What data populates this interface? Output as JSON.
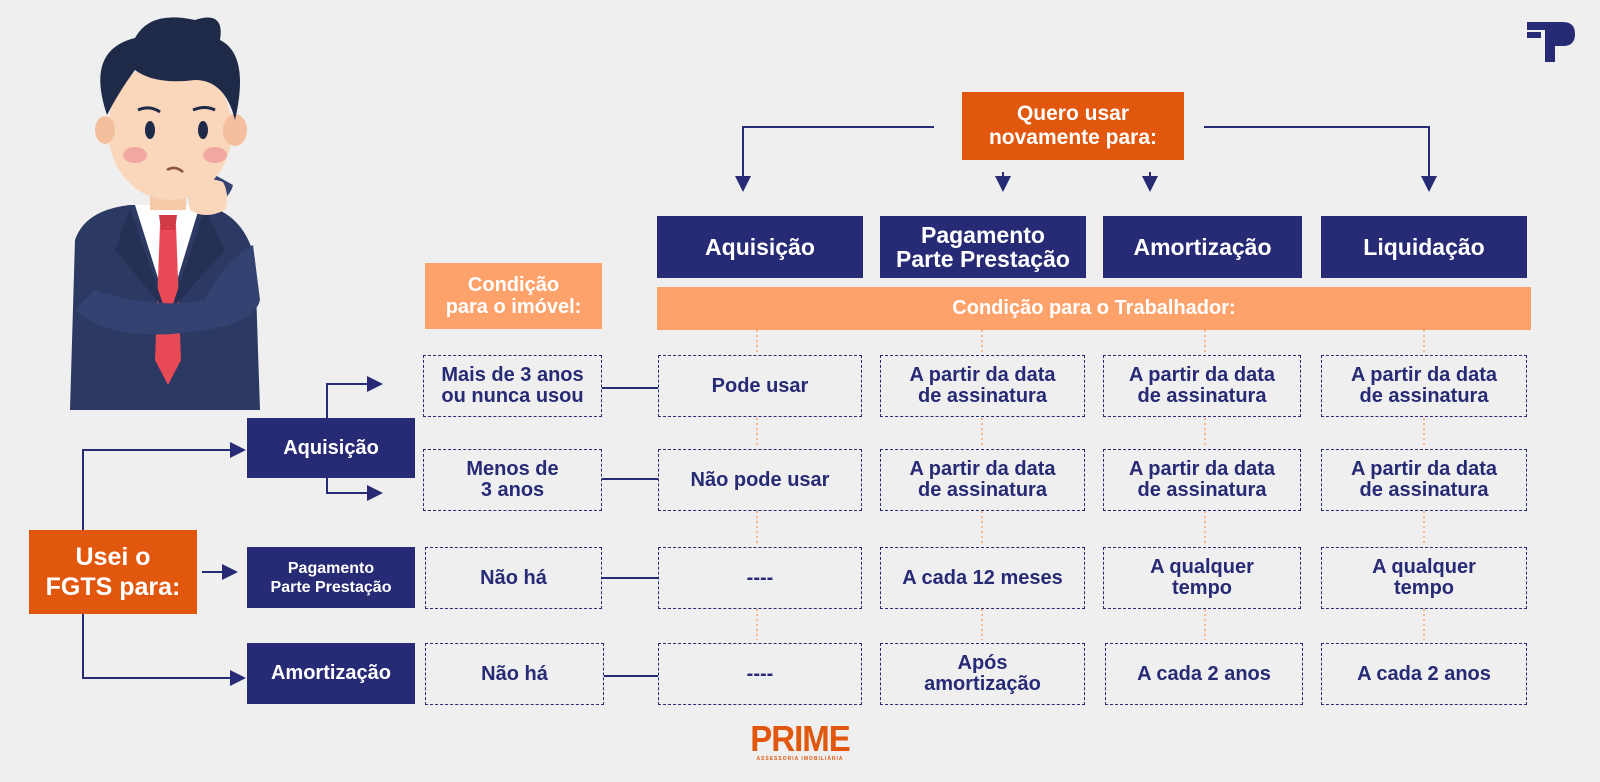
{
  "brand": {
    "logo_text": "PRIME",
    "logo_subtext": "ASSESSORIA IMOBILIÁRIA",
    "colors": {
      "navy": "#272a74",
      "orange": "#e2570e",
      "peach": "#fda26a",
      "background": "#efefef"
    }
  },
  "question_box": "Quero usar\nnovamente para:",
  "headers": {
    "columns": [
      "Aquisição",
      "Pagamento\nParte Prestação",
      "Amortização",
      "Liquidação"
    ],
    "worker_condition": "Condição para o Trabalhador:",
    "property_condition": "Condição\npara o imóvel:"
  },
  "root_box": "Usei o\nFGTS para:",
  "used_for": [
    "Aquisição",
    "Pagamento\nParte Prestação",
    "Amortização"
  ],
  "rows": [
    {
      "property": "Mais de 3 anos\nou nunca usou",
      "cells": [
        "Pode usar",
        "A partir da data\nde assinatura",
        "A partir da data\nde assinatura",
        "A partir da data\nde assinatura"
      ]
    },
    {
      "property": "Menos de\n3 anos",
      "cells": [
        "Não pode usar",
        "A partir da data\nde assinatura",
        "A partir da data\nde assinatura",
        "A partir da data\nde assinatura"
      ]
    },
    {
      "property": "Não há",
      "cells": [
        "----",
        "A cada 12 meses",
        "A qualquer\ntempo",
        "A qualquer\ntempo"
      ]
    },
    {
      "property": "Não há",
      "cells": [
        "----",
        "Após\namortização",
        "A cada 2 anos",
        "A cada 2 anos"
      ]
    }
  ]
}
